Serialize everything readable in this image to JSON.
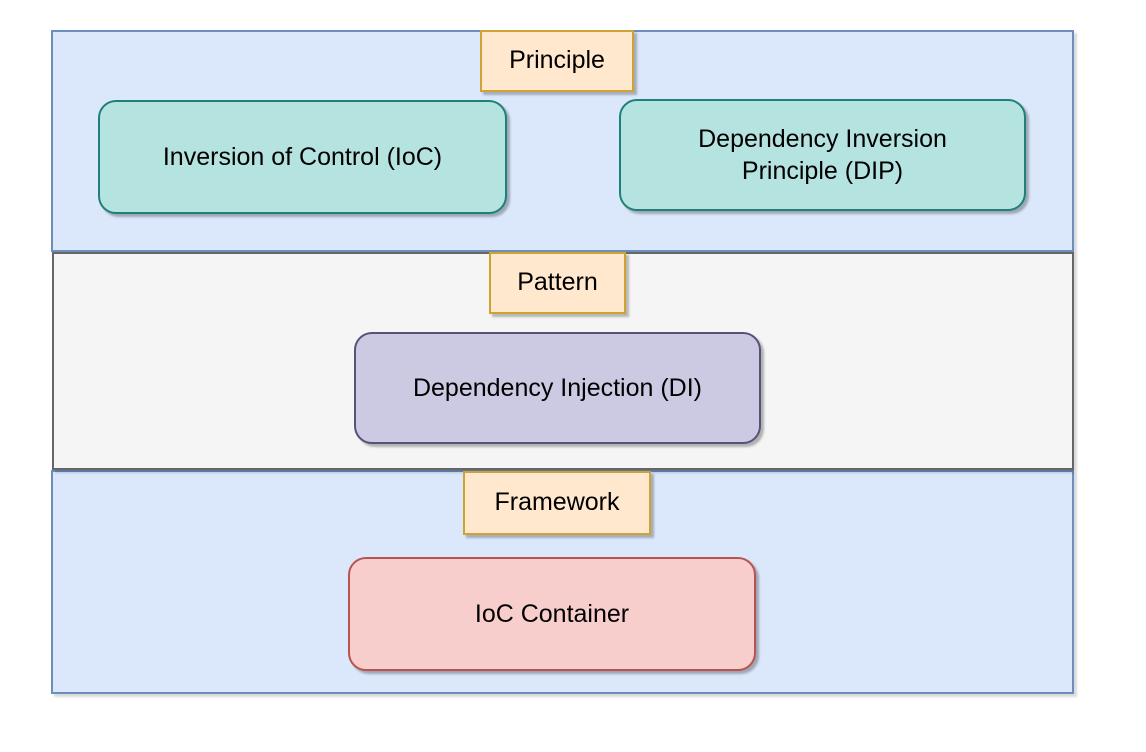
{
  "layers": [
    {
      "id": "principle",
      "label": "Principle",
      "boxes": [
        {
          "text": "Inversion of Control (IoC)"
        },
        {
          "text": "Dependency Inversion Principle (DIP)"
        }
      ]
    },
    {
      "id": "pattern",
      "label": "Pattern",
      "boxes": [
        {
          "text": "Dependency Injection (DI)"
        }
      ]
    },
    {
      "id": "framework",
      "label": "Framework",
      "boxes": [
        {
          "text": "IoC Container"
        }
      ]
    }
  ],
  "colors": {
    "band_blue_fill": "#dbe7fb",
    "band_blue_border": "#6c8ebf",
    "band_gray_fill": "#f5f5f5",
    "band_gray_border": "#666666",
    "tag_fill": "#ffe8cd",
    "tag_border": "#d0a232",
    "node_teal_fill": "#b5e3e0",
    "node_teal_border": "#1f8077",
    "node_lavender_fill": "#ccc9e2",
    "node_lavender_border": "#56527a",
    "node_red_fill": "#f8cecc",
    "node_red_border": "#b85450",
    "text": "#000000",
    "page_background": "#ffffff"
  }
}
